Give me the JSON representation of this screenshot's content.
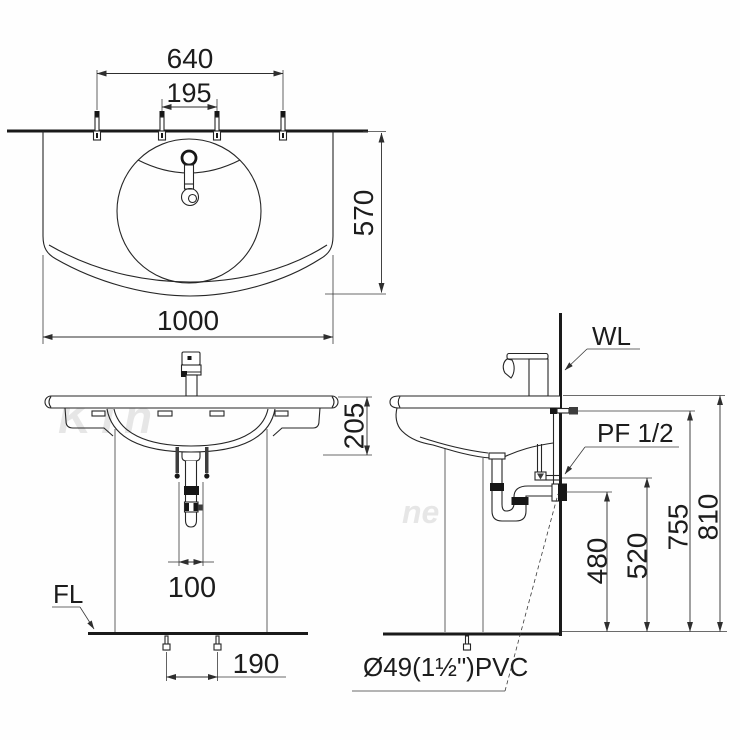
{
  "drawing": {
    "top_view": {
      "dim_bolt_outer": "640",
      "dim_bolt_inner": "195",
      "dim_depth": "570",
      "dim_width": "1000"
    },
    "front_view": {
      "dim_rim_to_bowl": "205",
      "dim_drain_offset": "100",
      "dim_floor_bolts": "190",
      "floor_label": "FL"
    },
    "side_view": {
      "wall_label": "WL",
      "supply_label": "PF 1/2",
      "dim_drain_height": "480",
      "dim_trap_height": "520",
      "dim_supply_height": "755",
      "dim_rim_height": "810",
      "pipe_label": "Ø49(1½\")PVC"
    },
    "watermark": {
      "text_a": "KIn",
      "text_b": "ne"
    }
  }
}
